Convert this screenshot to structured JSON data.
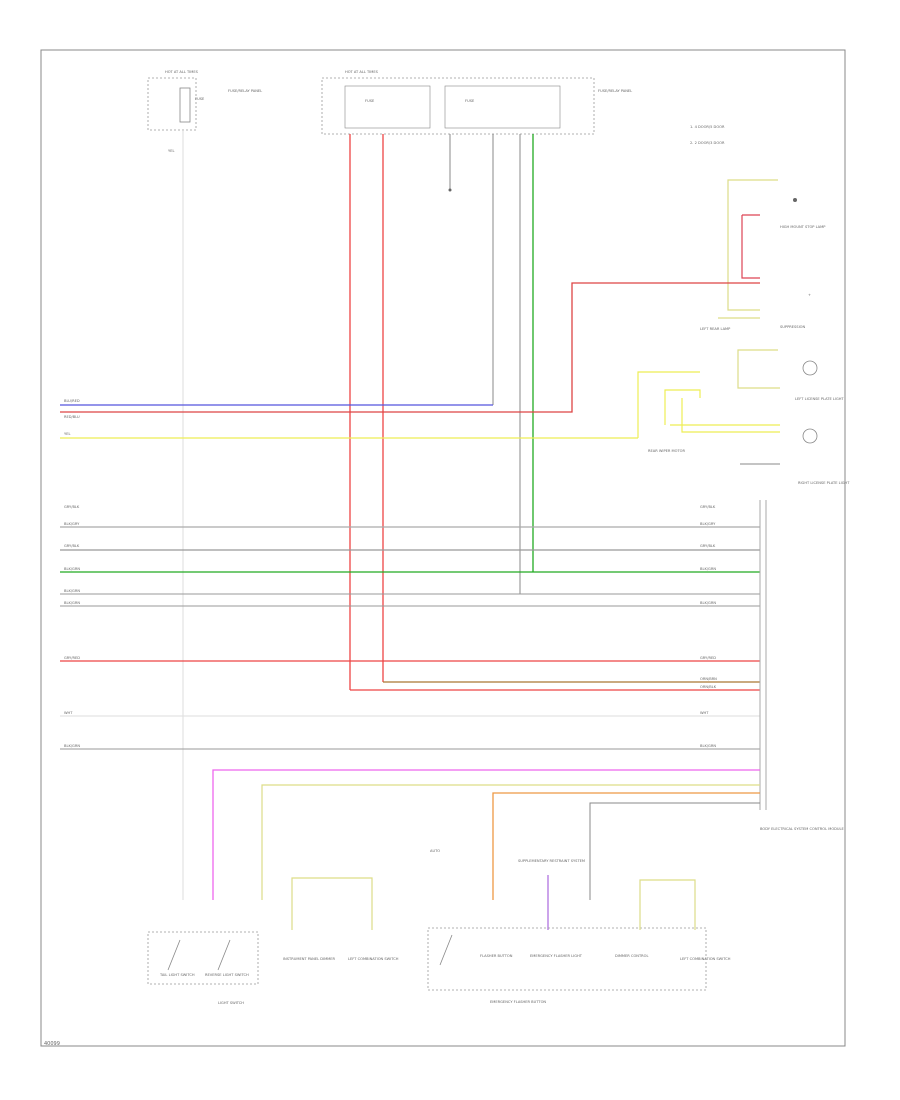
{
  "diagram": {
    "legend": {
      "line1": "1. 4 DOOR/5 DOOR",
      "line2": "2. 2 DOOR/3 DOOR"
    },
    "fuse_left": {
      "box": "HOT AT ALL TIMES",
      "fuse": "FUSE",
      "label": "FUSE/RELAY PANEL"
    },
    "fuse_center": {
      "box": "HOT AT ALL TIMES",
      "fuse": "FUSE",
      "label": "FUSE/RELAY PANEL"
    },
    "components": {
      "high_mount_stop_lamp": "HIGH MOUNT STOP LAMP",
      "suppression": "SUPPRESSION",
      "license_plate_left": "LEFT LICENSE PLATE LIGHT",
      "license_plate_right": "RIGHT LICENSE PLATE LIGHT",
      "rear_wiper": "REAR WIPER MOTOR",
      "body_module": "BODY ELECTRICAL SYSTEM CONTROL MODULE",
      "light_switch": "LIGHT SWITCH",
      "emergency_button": "EMERGENCY FLASHER BUTTON",
      "light_switch_item1": "TAIL LIGHT SWITCH",
      "light_switch_item2": "REVERSE LIGHT SWITCH",
      "light_switch_item3": "INSTRUMENT PANEL DIMMER",
      "light_switch_item4": "LEFT COMBINATION SWITCH",
      "flasher_item1": "FLASHER BUTTON",
      "flasher_item2": "EMERGENCY FLASHER LIGHT",
      "flasher_item3": "DIMMER CONTROL",
      "flasher_item4": "LEFT COMBINATION SWITCH",
      "auto_label": "AUTO",
      "supplementary": "SUPPLEMENTARY RESTRAINT SYSTEM",
      "rear_lamp": "LEFT REAR LAMP"
    },
    "wires_left": [
      {
        "label": "BLU/RED",
        "color": "#5555dd"
      },
      {
        "label": "RED/BLU",
        "color": "#dd3333"
      },
      {
        "label": "YEL",
        "color": "#eeee44"
      },
      {
        "label": "GRY/BLK",
        "color": "#aaaaaa"
      },
      {
        "label": "BLK/GRY",
        "color": "#888888"
      },
      {
        "label": "GRY/BLK",
        "color": "#aaaaaa"
      },
      {
        "label": "BLK/GRN",
        "color": "#229922"
      },
      {
        "label": "BLK/GRN",
        "color": "#888888"
      },
      {
        "label": "BLK/GRN",
        "color": "#888888"
      },
      {
        "label": "GRY/RED",
        "color": "#ee4444"
      },
      {
        "label": "WHT",
        "color": "#dddddd"
      },
      {
        "label": "BLK/GRN",
        "color": "#888888"
      }
    ],
    "wire_labels_right": {
      "w1": "GRY/BLK",
      "w2": "BLK/GRY",
      "w3": "GRY/BLK",
      "w4": "BLK/GRN",
      "w5": "BLK/GRN",
      "w6": "GRY/RED",
      "w7": "ORN/BRN",
      "w8": "ORN/BLK",
      "w9": "WHT",
      "w10": "BLK/GRN"
    },
    "footer_code": "40099"
  }
}
